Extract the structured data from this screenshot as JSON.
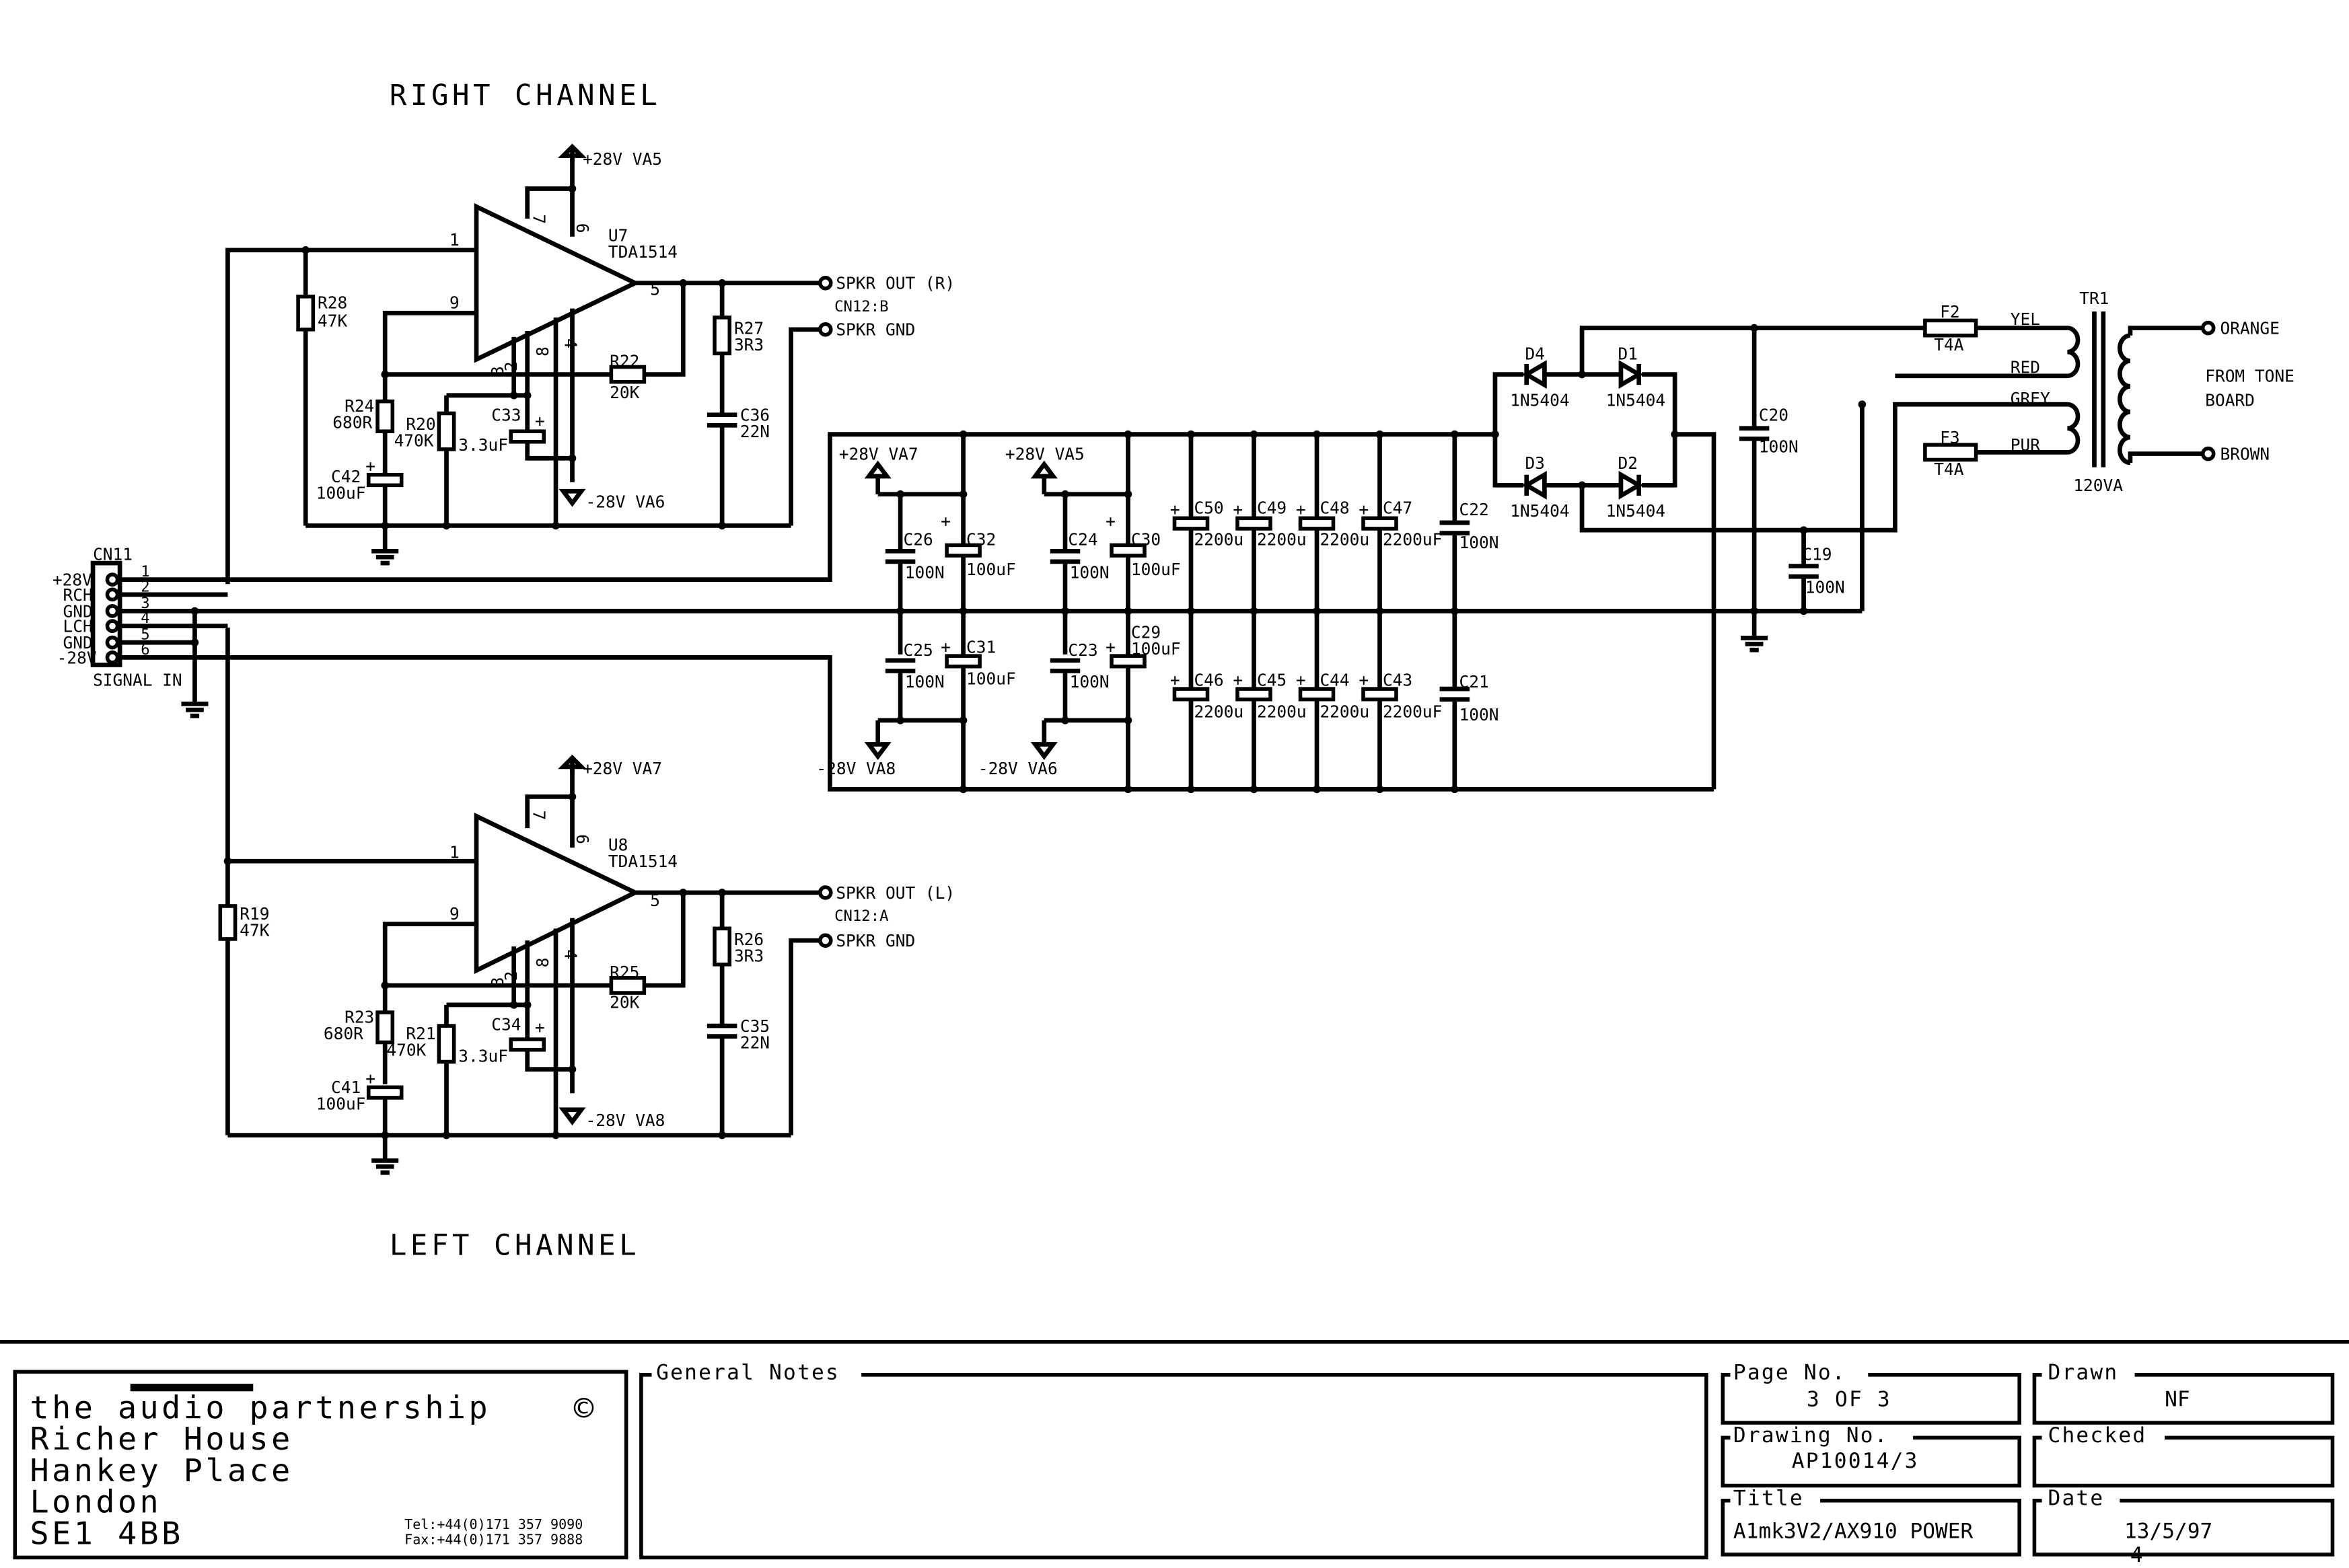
{
  "headings": {
    "right": "RIGHT CHANNEL",
    "left": "LEFT CHANNEL"
  },
  "right": {
    "amp_ref": "U7",
    "amp_part": "TDA1514",
    "pin1": "1",
    "pin9": "9",
    "pin7": "7",
    "pin6": "6",
    "pin5": "5",
    "pin3": "3",
    "pin2": "2",
    "pin8": "8",
    "pin4": "4",
    "vpos": "+28V VA5",
    "vneg": "-28V VA6",
    "spkr_out": "SPKR OUT (R)",
    "conn": "CN12:B",
    "spkr_gnd": "SPKR GND",
    "r_in": "R28",
    "r_in_val": "47K",
    "r_fb": "R22",
    "r_fb_val": "20K",
    "r_gnd": "R24",
    "r_gnd_val": "680R",
    "r_bias": "R20",
    "r_bias_val": "470K",
    "c_boot": "C33",
    "c_boot_val": "3.3uF",
    "c_gnd": "C42",
    "c_gnd_val": "100uF",
    "r_zob": "R27",
    "r_zob_val": "3R3",
    "c_zob": "C36",
    "c_zob_val": "22N"
  },
  "left": {
    "amp_ref": "U8",
    "amp_part": "TDA1514",
    "pin1": "1",
    "pin9": "9",
    "pin7": "7",
    "pin6": "6",
    "pin5": "5",
    "pin3": "3",
    "pin2": "2",
    "pin8": "8",
    "pin4": "4",
    "vpos": "+28V VA7",
    "vneg": "-28V VA8",
    "spkr_out": "SPKR OUT (L)",
    "conn": "CN12:A",
    "spkr_gnd": "SPKR GND",
    "r_in": "R19",
    "r_in_val": "47K",
    "r_fb": "R25",
    "r_fb_val": "20K",
    "r_gnd": "R23",
    "r_gnd_val": "680R",
    "r_bias": "R21",
    "r_bias_val": "470K",
    "c_boot": "C34",
    "c_boot_val": "3.3uF",
    "c_gnd": "C41",
    "c_gnd_val": "100uF",
    "r_zob": "R26",
    "r_zob_val": "3R3",
    "c_zob": "C35",
    "c_zob_val": "22N"
  },
  "signal_in": {
    "ref": "CN11",
    "caption": "SIGNAL IN",
    "pins": [
      {
        "label": "+28V",
        "num": "1"
      },
      {
        "label": "RCH",
        "num": "2"
      },
      {
        "label": "GND",
        "num": "3"
      },
      {
        "label": "LCH",
        "num": "4"
      },
      {
        "label": "GND",
        "num": "5"
      },
      {
        "label": "-28V",
        "num": "6"
      }
    ]
  },
  "supply": {
    "rail_a_pos": "+28V VA7",
    "rail_b_pos": "+28V VA5",
    "rail_a_neg": "-28V VA8",
    "rail_b_neg": "-28V VA6",
    "c26": "C26",
    "c26_val": "100N",
    "c32": "C32",
    "c32_val": "100uF",
    "c25": "C25",
    "c25_val": "100N",
    "c31": "C31",
    "c31_val": "100uF",
    "c24": "C24",
    "c24_val": "100N",
    "c30": "C30",
    "c30_val": "100uF",
    "c23": "C23",
    "c23_val": "100N",
    "c29": "C29",
    "c29_val": "100uF",
    "big_top": [
      {
        "ref": "C50",
        "val": "2200u"
      },
      {
        "ref": "C49",
        "val": "2200u"
      },
      {
        "ref": "C48",
        "val": "2200u"
      },
      {
        "ref": "C47",
        "val": "2200uF"
      }
    ],
    "big_bot": [
      {
        "ref": "C46",
        "val": "2200u"
      },
      {
        "ref": "C45",
        "val": "2200u"
      },
      {
        "ref": "C44",
        "val": "2200u"
      },
      {
        "ref": "C43",
        "val": "2200uF"
      }
    ],
    "c22": "C22",
    "c22_val": "100N",
    "c21": "C21",
    "c21_val": "100N",
    "c20": "C20",
    "c20_val": "100N",
    "c19": "C19",
    "c19_val": "100N"
  },
  "bridge": {
    "d4": "D4",
    "d1": "D1",
    "d3": "D3",
    "d2": "D2",
    "part": "1N5404"
  },
  "transformer": {
    "f2": "F2",
    "f2_val": "T4A",
    "f3": "F3",
    "f3_val": "T4A",
    "tr": "TR1",
    "rating": "120VA",
    "yel": "YEL",
    "red": "RED",
    "grey": "GREY",
    "pur": "PUR",
    "orange": "ORANGE",
    "brown": "BROWN",
    "from1": "FROM TONE",
    "from2": "BOARD"
  },
  "title_block": {
    "company": "the audio partnership",
    "copyright": "©",
    "addr1": "Richer House",
    "addr2": "Hankey Place",
    "addr3": "London",
    "addr4": "SE1 4BB",
    "tel": "Tel:+44(0)171 357 9090",
    "fax": "Fax:+44(0)171 357 9888",
    "notes_label": "General Notes",
    "page_label": "Page No.",
    "page_value": "3 OF 3",
    "drawing_label": "Drawing No.",
    "drawing_value": "AP10014/3",
    "title_label": "Title",
    "title_value": "A1mk3V2/AX910 POWER",
    "drawn_label": "Drawn",
    "drawn_value": "NF",
    "checked_label": "Checked",
    "checked_value": "",
    "date_label": "Date",
    "date_value": "13/5/97",
    "sheet_mark": "4"
  }
}
